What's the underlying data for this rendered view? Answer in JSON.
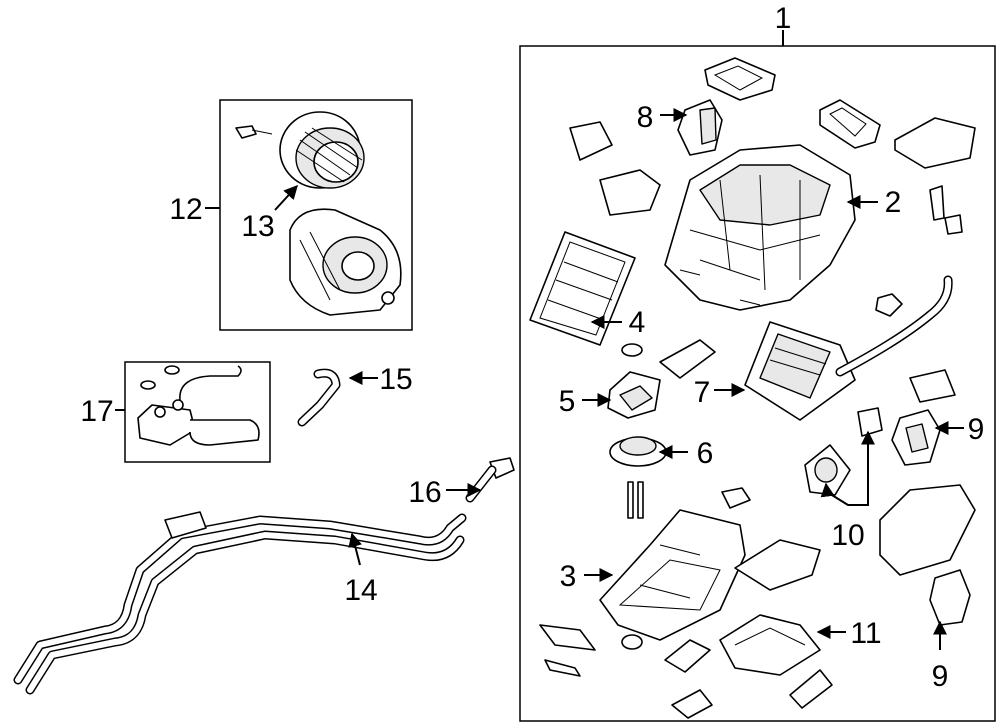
{
  "callouts": {
    "c1": "1",
    "c2": "2",
    "c3": "3",
    "c4": "4",
    "c5": "5",
    "c6": "6",
    "c7": "7",
    "c8": "8",
    "c9a": "9",
    "c9b": "9",
    "c10": "10",
    "c11": "11",
    "c12": "12",
    "c13": "13",
    "c14": "14",
    "c15": "15",
    "c16": "16",
    "c17": "17"
  }
}
